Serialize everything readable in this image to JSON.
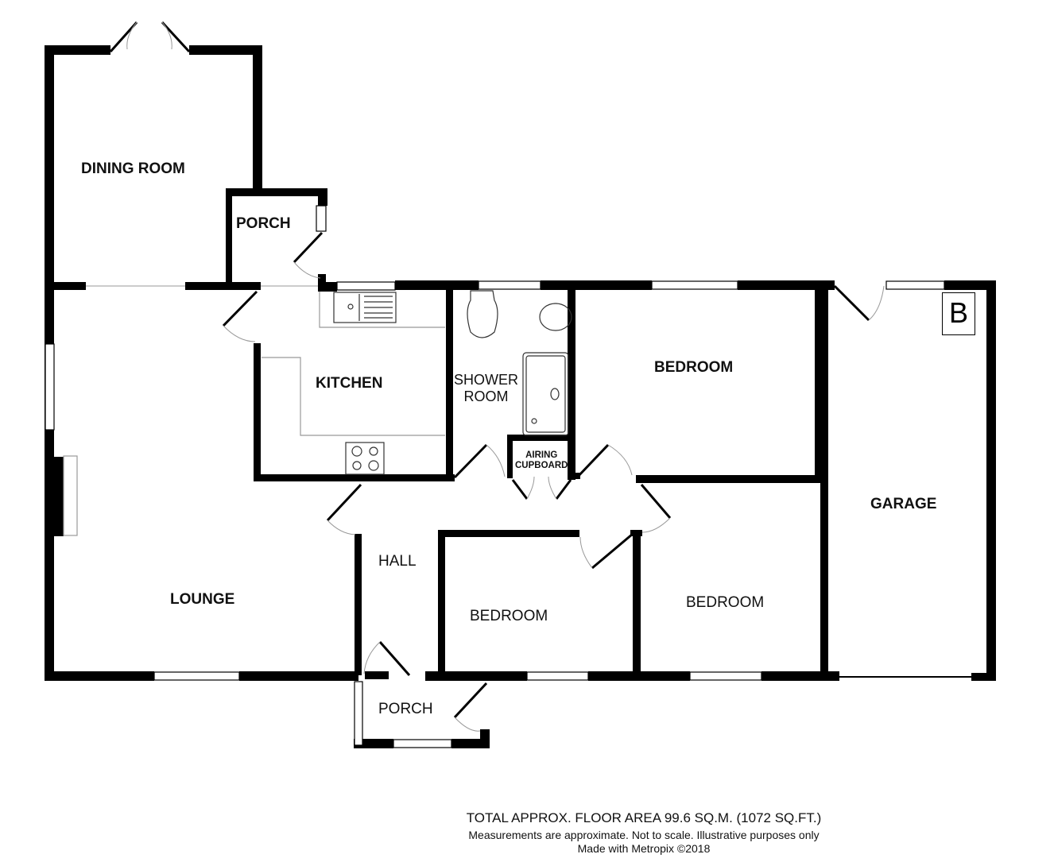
{
  "plan": {
    "rooms": [
      {
        "id": "dining-room",
        "label": "DINING ROOM"
      },
      {
        "id": "porch-rear",
        "label": "PORCH"
      },
      {
        "id": "kitchen",
        "label": "KITCHEN"
      },
      {
        "id": "shower-room",
        "label": "SHOWER\nROOM",
        "line1": "SHOWER",
        "line2": "ROOM"
      },
      {
        "id": "airing-cupboard",
        "label": "AIRING\nCUPBOARD",
        "line1": "AIRING",
        "line2": "CUPBOARD"
      },
      {
        "id": "bedroom-1",
        "label": "BEDROOM"
      },
      {
        "id": "garage",
        "label": "GARAGE"
      },
      {
        "id": "lounge",
        "label": "LOUNGE"
      },
      {
        "id": "hall",
        "label": "HALL"
      },
      {
        "id": "bedroom-2",
        "label": "BEDROOM"
      },
      {
        "id": "bedroom-3",
        "label": "BEDROOM"
      },
      {
        "id": "porch-front",
        "label": "PORCH"
      }
    ],
    "symbols": {
      "boiler": "B"
    }
  },
  "footer": {
    "total_area": "TOTAL APPROX. FLOOR AREA 99.6 SQ.M. (1072 SQ.FT.)",
    "disclaimer": "Measurements are approximate.  Not to scale.  Illustrative purposes only",
    "credit": "Made with Metropix ©2018"
  },
  "colors": {
    "wall": "#000000",
    "fixture_line": "#999999",
    "background": "#ffffff"
  }
}
